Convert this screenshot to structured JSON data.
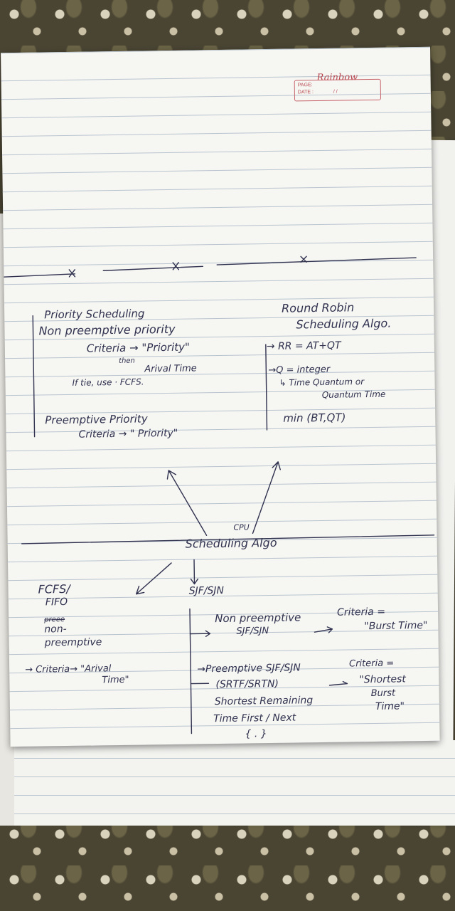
{
  "header": {
    "brand": "Rainbow",
    "page_label": "PAGE:",
    "date_label": "DATE :",
    "date_value": "/    /"
  },
  "priority": {
    "title": "Priority Scheduling",
    "non_preemptive": "Non preemptive priority",
    "criteria_np": "Criteria → \"Priority\"",
    "then": "then",
    "arrival_time": "Arival Time",
    "tie_rule": "If tie, use · FCFS.",
    "preemptive": "Preemptive Priority",
    "criteria_p": "Criteria → \" Priority\""
  },
  "round_robin": {
    "title_line1": "Round Robin",
    "title_line2": "Scheduling Algo.",
    "rr_formula": "→ RR = AT+QT",
    "q_integer": "→Q = integer",
    "q_name_line1": "↳ Time Quantum or",
    "q_name_line2": "Quantum Time",
    "min_formula": "min (BT,QT)"
  },
  "center": {
    "cpu": "CPU",
    "scheduling_algo": "Scheduling Algo"
  },
  "fcfs": {
    "title_line1": "FCFS/",
    "title_line2": "FIFO",
    "struck_word": "preee",
    "non_line1": "non-",
    "non_line2": "preemptive",
    "criteria_line1": "→ Criteria→ \"Arival",
    "criteria_line2": "Time\""
  },
  "sjf": {
    "title": "SJF/SJN",
    "np_line1": "Non preemptive",
    "np_line2": "SJF/SJN",
    "np_criteria_line1": "Criteria =",
    "np_criteria_line2": "\"Burst Time\"",
    "p_line1": "→Preemptive SJF/SJN",
    "p_line2": "(SRTF/SRTN)",
    "p_line3": "Shortest Remaining",
    "p_line4": "Time First / Next",
    "p_brace": "{ . }",
    "p_criteria_line1": "Criteria =",
    "p_criteria_line2": "\"Shortest",
    "p_criteria_line3": "Burst",
    "p_criteria_line4": "Time\""
  }
}
